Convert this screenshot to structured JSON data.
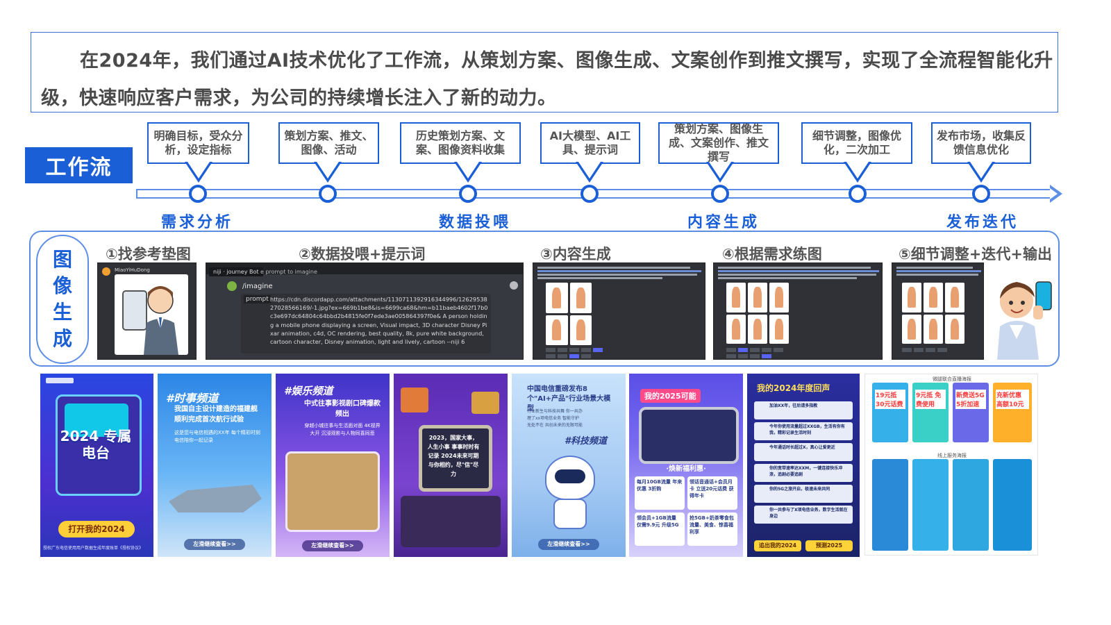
{
  "intro": {
    "text": "在2024年，我们通过AI技术优化了工作流，从策划方案、图像生成、文案创作到推文撰写，实现了全流程智能化升级，快速响应客户需求，为公司的持续增长注入了新的动力。"
  },
  "workflow": {
    "title": "工作流",
    "steps": [
      {
        "label": "明确目标，受众分析，设定指标"
      },
      {
        "label": "策划方案、推文、图像、活动"
      },
      {
        "label": "历史策划方案、文案、图像资料收集"
      },
      {
        "label": "AI大模型、AI工具、提示词"
      },
      {
        "label": "策划方案、图像生成、文案创作、推文撰写"
      },
      {
        "label": "细节调整，图像优化，二次加工"
      },
      {
        "label": "发布市场，收集反馈信息优化"
      }
    ],
    "stages": [
      "需求分析",
      "数据投喂",
      "内容生成",
      "发布迭代"
    ]
  },
  "image_gen": {
    "label_chars": [
      "图",
      "像",
      "生",
      "成"
    ],
    "steps": [
      "①找参考垫图",
      "②数据投喂+提示词",
      "③内容生成",
      "④根据需求练图",
      "⑤细节调整+迭代+输出"
    ],
    "discord": {
      "user": "MiaoYiHuDong",
      "bot": "niji · journey Bot",
      "prompt_hint": "e prompt to imagine",
      "command": "/imagine",
      "prompt_label": "prompt",
      "prompt_text": "https://cdn.discordapp.com/attachments/1130711392916344996/1262953827028566169/-1.jpg?ex=669b1be8&is=6699ca68&hm=b11baeb4602f17b0c3e697dc64804c64bbd2b4815fe0f7ede3ae005864397f0e& A person holding a mobile phone displaying a screen, Visual impact, 3D character Disney Pixar animation, c4d, OC rendering, best quality, 8k, pure white background, cartoon character, Disney animation, light and lively, cartoon --niji 6"
    }
  },
  "posters": [
    {
      "title": "2024 专属电台",
      "button": "打开我的2024",
      "footer": "授权广东电信使用用户数据生成年度账单《授权协议》",
      "bg": "#2c3fd6"
    },
    {
      "title": "#时事频道",
      "body": "我国自主设计建造的福建舰顺利完成首次航行试验",
      "sub": "这是您与电信相遇的XX年 每个精彩时刻电信陪你一起记录",
      "button": "左滑继续查看>>",
      "bg": "#3f8fe8"
    },
    {
      "title": "#娱乐频道",
      "body": "中式往事影视剧口碑爆款频出",
      "sub": "穿越小城往事与生活面对面 4K视界大开 沉浸观影与人物同喜同悲",
      "button": "左滑继续查看>>",
      "bg": "#7a45d8"
    },
    {
      "title": "2023，国家大事，人生小事 事事时时有记录 2024未来可期 与你相约，尽\"信\"尽力",
      "bg": "#6a34b8"
    },
    {
      "title": "中国电信重磅发布8个\"AI+产品\"行业场景大模型",
      "body": "行业新生与科技共舞 你一共办理了xx项电信业务 智能守护无处不在 共创未来的无限可能",
      "tag": "#科技频道",
      "button": "左滑继续查看>>",
      "bg": "#a8cdf5"
    },
    {
      "title": "我的2025可能",
      "sub": "·焕新福利惠·",
      "offers": [
        "每月10GB流量 年来优惠 3折购",
        "领话音通话+会员月卡 立送20元话费 获得年卡",
        "领会员+1GB流量 仅需9.9元 升级5G",
        "抢5GB+奶茶零食包 流量、美食、惊喜福利享"
      ],
      "bg": "#5e63e8"
    },
    {
      "title": "我的2024年度回声",
      "items": [
        "加油XX年，往后请多指教",
        "今年你使用流量超过XXGB，生活有你有我，精彩记录生活时刻",
        "今年通话时长超过X，真心让爱更近",
        "你的宽带速率达XXM，一键连接快乐冲浪，追剧必要追剧",
        "你的5G之旅开启，极速未来共同",
        "你一共参与了X项电信业务，数字生活就在身边"
      ],
      "buttons": [
        "追出我的2024",
        "预测2025"
      ],
      "bg": "#1f2a66"
    },
    {
      "title_top": "微腿联合直播海报",
      "title_bottom": "线上服务海报",
      "promos": [
        "19元抵 30元话费",
        "9元抵 免费使用",
        "新费送5G 5折加速",
        "充新优惠 高额10元"
      ],
      "bg": "#ffffff"
    }
  ]
}
